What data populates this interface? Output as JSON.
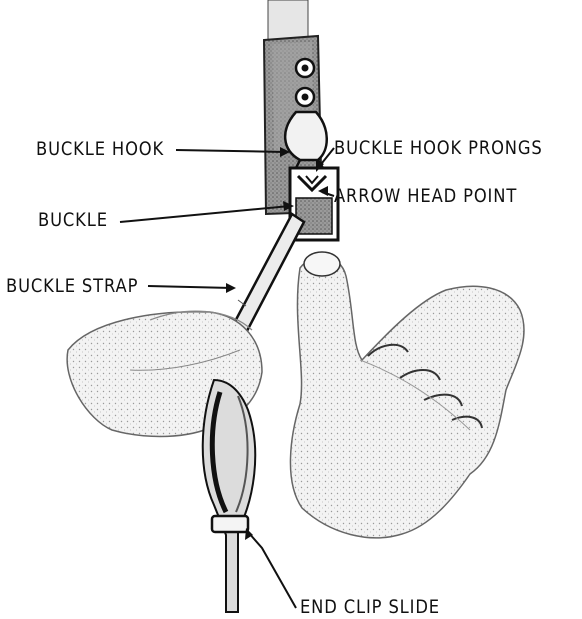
{
  "labels": {
    "buckle_hook": "BUCKLE HOOK",
    "buckle_hook_prongs": "BUCKLE HOOK PRONGS",
    "arrow_head_point": "ARROW HEAD POINT",
    "buckle": "BUCKLE",
    "buckle_strap": "BUCKLE STRAP",
    "end_clip_slide": "END CLIP SLIDE"
  },
  "colors": {
    "ink": "#111111",
    "paper": "#ffffff",
    "shade": "#c9c9c9",
    "skin": "#f4f4f4"
  }
}
